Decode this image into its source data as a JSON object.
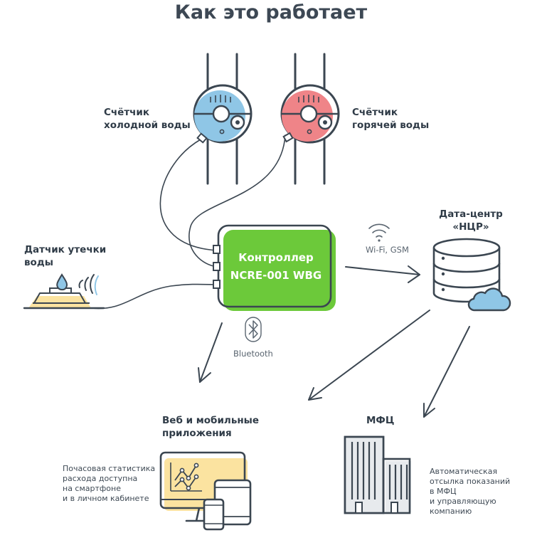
{
  "title": "Как это работает",
  "nodes": {
    "cold_meter": {
      "line1": "Счётчик",
      "line2": "холодной воды"
    },
    "hot_meter": {
      "line1": "Счётчик",
      "line2": "горячей воды"
    },
    "leak_sensor": {
      "line1": "Датчик утечки",
      "line2": "воды"
    },
    "controller": {
      "line1": "Контроллер",
      "line2": "NCRE-001 WBG"
    },
    "datacenter": {
      "line1": "Дата-центр",
      "line2": "«НЦР»"
    },
    "apps": {
      "line1": "Веб и мобильные",
      "line2": "приложения"
    },
    "mfc": {
      "line1": "МФЦ"
    }
  },
  "connections": {
    "wifi": "Wi-Fi, GSM",
    "bluetooth": "Bluetooth"
  },
  "descriptions": {
    "apps": [
      "Почасовая статистика",
      "расхода доступна",
      "на смартфоне",
      "и в личном кабинете"
    ],
    "mfc": [
      "Автоматическая",
      "отсылка показаний",
      "в МФЦ",
      "и управляющую",
      "компанию"
    ]
  },
  "colors": {
    "outline": "#3b4651",
    "cold": "#8fc6e6",
    "hot": "#ef8488",
    "controller": "#6cc93a",
    "cloud": "#8fc6e6",
    "yellow": "#fbe3a0"
  }
}
